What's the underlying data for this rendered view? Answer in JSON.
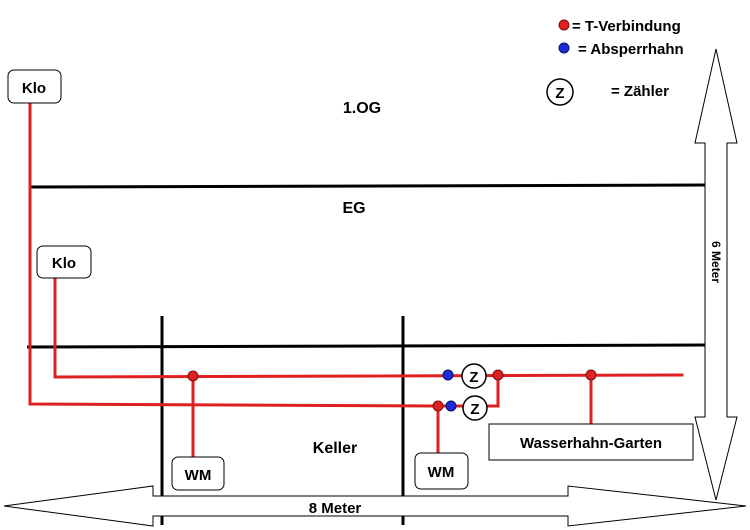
{
  "legend": {
    "t_connection": "= T-Verbindung",
    "shutoff_valve": "= Absperrhahn",
    "meter_symbol": "Z",
    "meter": "= Zähler"
  },
  "floors": {
    "upper": "1.OG",
    "ground": "EG",
    "basement": "Keller"
  },
  "fixtures": {
    "toilet_upper": "Klo",
    "toilet_ground": "Klo",
    "washer_left": "WM",
    "washer_right": "WM",
    "garden_tap": "Wasserhahn-Garten"
  },
  "meters": {
    "meter_upper": "Z",
    "meter_lower": "Z"
  },
  "dimensions": {
    "width": "8 Meter",
    "height": "6 Meter"
  },
  "colors": {
    "pipe": "#e02020",
    "t_connection": "#e02020",
    "shutoff_valve": "#1a2bdc",
    "floor_line": "#000000"
  }
}
